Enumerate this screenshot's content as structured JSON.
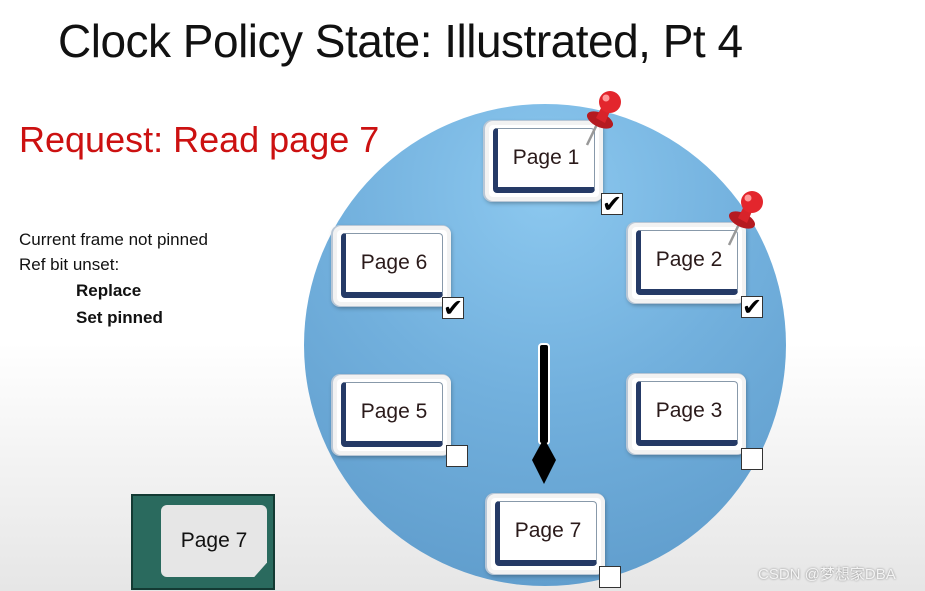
{
  "title": "Clock Policy State: Illustrated, Pt 4",
  "request": "Request: Read page 7",
  "notes": {
    "line1": "Current frame not pinned",
    "line2": "Ref bit unset:",
    "action1": "Replace",
    "action2": "Set pinned"
  },
  "frames": [
    {
      "label": "Page 1",
      "ref_bit": true,
      "pinned": true
    },
    {
      "label": "Page 2",
      "ref_bit": true,
      "pinned": true
    },
    {
      "label": "Page 3",
      "ref_bit": false,
      "pinned": false
    },
    {
      "label": "Page 7",
      "ref_bit": false,
      "pinned": false
    },
    {
      "label": "Page 5",
      "ref_bit": false,
      "pinned": false
    },
    {
      "label": "Page 6",
      "ref_bit": true,
      "pinned": false
    }
  ],
  "check_glyph": "✔",
  "clock_hand_points_to": "Page 7",
  "incoming_page": {
    "label": "Page 7"
  },
  "watermark": "CSDN @梦想家DBA",
  "colors": {
    "title": "#111111",
    "request": "#cc1111",
    "clock_face": "#72b0dd",
    "frame_border": "#253a66",
    "pin": "#d8232a",
    "buffer": "#2a6a5e"
  }
}
